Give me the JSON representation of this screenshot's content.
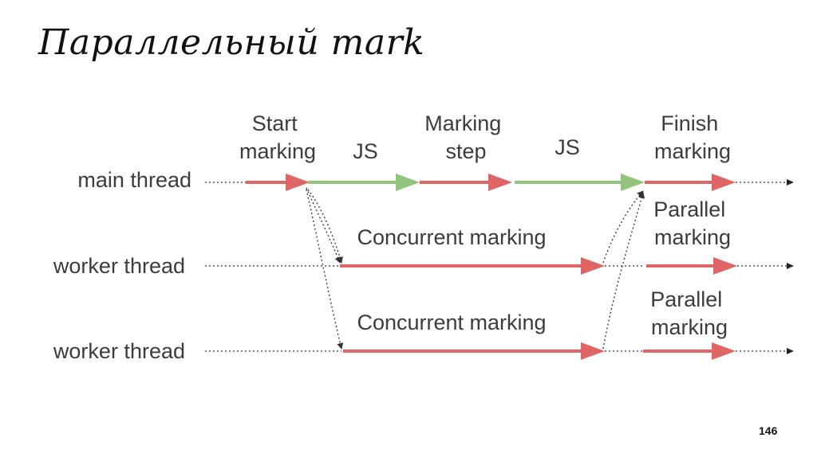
{
  "slide": {
    "title": "Параллельный mark",
    "page_number": "146"
  },
  "threads": {
    "main": "main thread",
    "worker_1": "worker thread",
    "worker_2": "worker thread"
  },
  "phases": {
    "start_marking": [
      "Start",
      "marking"
    ],
    "js_1": "JS",
    "marking_step": [
      "Marking",
      "step"
    ],
    "js_2": "JS",
    "finish_marking": [
      "Finish",
      "marking"
    ],
    "concurrent_marking_1": "Concurrent marking",
    "concurrent_marking_2": "Concurrent marking",
    "parallel_marking_1": [
      "Parallel",
      "marking"
    ],
    "parallel_marking_2": [
      "Parallel",
      "marking"
    ]
  },
  "colors": {
    "gc_phase": "#e06666",
    "js_phase": "#93c47d",
    "dotted": "#333333",
    "text": "#3c3c3c"
  }
}
